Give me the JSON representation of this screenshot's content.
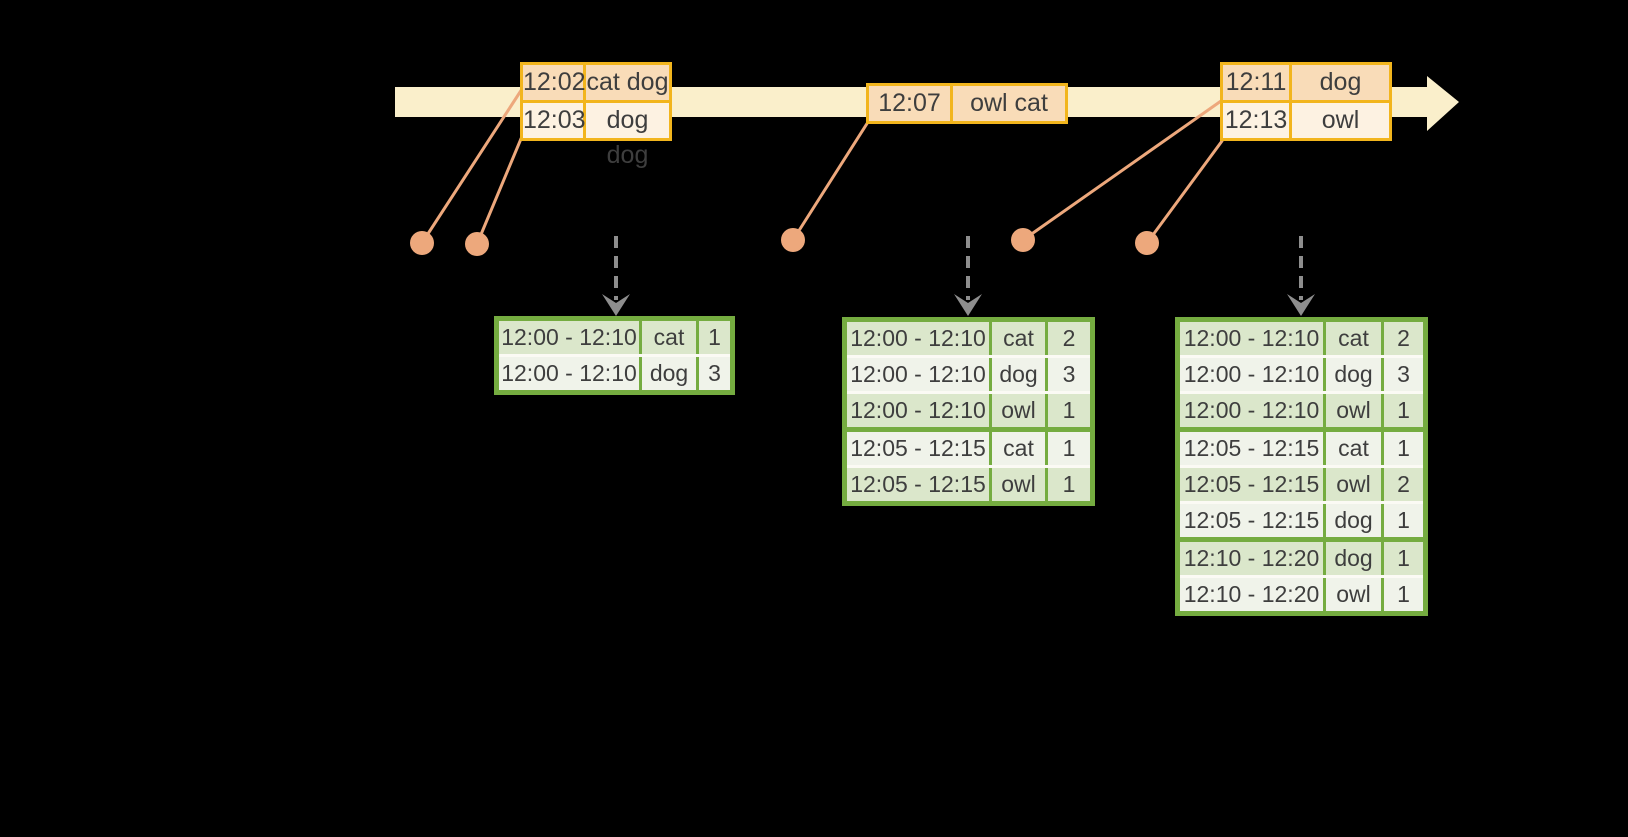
{
  "diagram": {
    "description_visible_elements": "timeline with event records, orange event markers, dashed trigger arrows, windowed count result tables",
    "colors": {
      "background": "#000000",
      "timeline_band": "#FAEFCB",
      "event_table_border": "#F2B51D",
      "event_row_fill_dark": "#F9DCB8",
      "event_row_fill_light": "#FDF2E2",
      "marker_salmon": "#EDA87C",
      "result_table_border": "#75AC40",
      "result_row_fill_dark": "#DBE7CB",
      "result_row_fill_light": "#F0F3EA",
      "result_row_separator": "#FBFAF4",
      "trigger_arrow_gray": "#8E8E8E",
      "text": "#3E3E3E"
    }
  },
  "event_tables": [
    {
      "rows": [
        {
          "time": "12:02",
          "words": "cat dog"
        },
        {
          "time": "12:03",
          "words": "dog dog"
        }
      ]
    },
    {
      "rows": [
        {
          "time": "12:07",
          "words": "owl cat"
        }
      ]
    },
    {
      "rows": [
        {
          "time": "12:11",
          "words": "dog"
        },
        {
          "time": "12:13",
          "words": "owl"
        }
      ]
    }
  ],
  "result_tables": [
    {
      "rows": [
        {
          "window": "12:00 - 12:10",
          "word": "cat",
          "count": "1"
        },
        {
          "window": "12:00 - 12:10",
          "word": "dog",
          "count": "3"
        }
      ]
    },
    {
      "rows": [
        {
          "window": "12:00 - 12:10",
          "word": "cat",
          "count": "2"
        },
        {
          "window": "12:00 - 12:10",
          "word": "dog",
          "count": "3"
        },
        {
          "window": "12:00 - 12:10",
          "word": "owl",
          "count": "1"
        },
        {
          "window": "12:05 - 12:15",
          "word": "cat",
          "count": "1"
        },
        {
          "window": "12:05 - 12:15",
          "word": "owl",
          "count": "1"
        }
      ]
    },
    {
      "rows": [
        {
          "window": "12:00 - 12:10",
          "word": "cat",
          "count": "2"
        },
        {
          "window": "12:00 - 12:10",
          "word": "dog",
          "count": "3"
        },
        {
          "window": "12:00 - 12:10",
          "word": "owl",
          "count": "1"
        },
        {
          "window": "12:05 - 12:15",
          "word": "cat",
          "count": "1"
        },
        {
          "window": "12:05 - 12:15",
          "word": "owl",
          "count": "2"
        },
        {
          "window": "12:05 - 12:15",
          "word": "dog",
          "count": "1"
        },
        {
          "window": "12:10 - 12:20",
          "word": "dog",
          "count": "1"
        },
        {
          "window": "12:10 - 12:20",
          "word": "owl",
          "count": "1"
        }
      ]
    }
  ]
}
